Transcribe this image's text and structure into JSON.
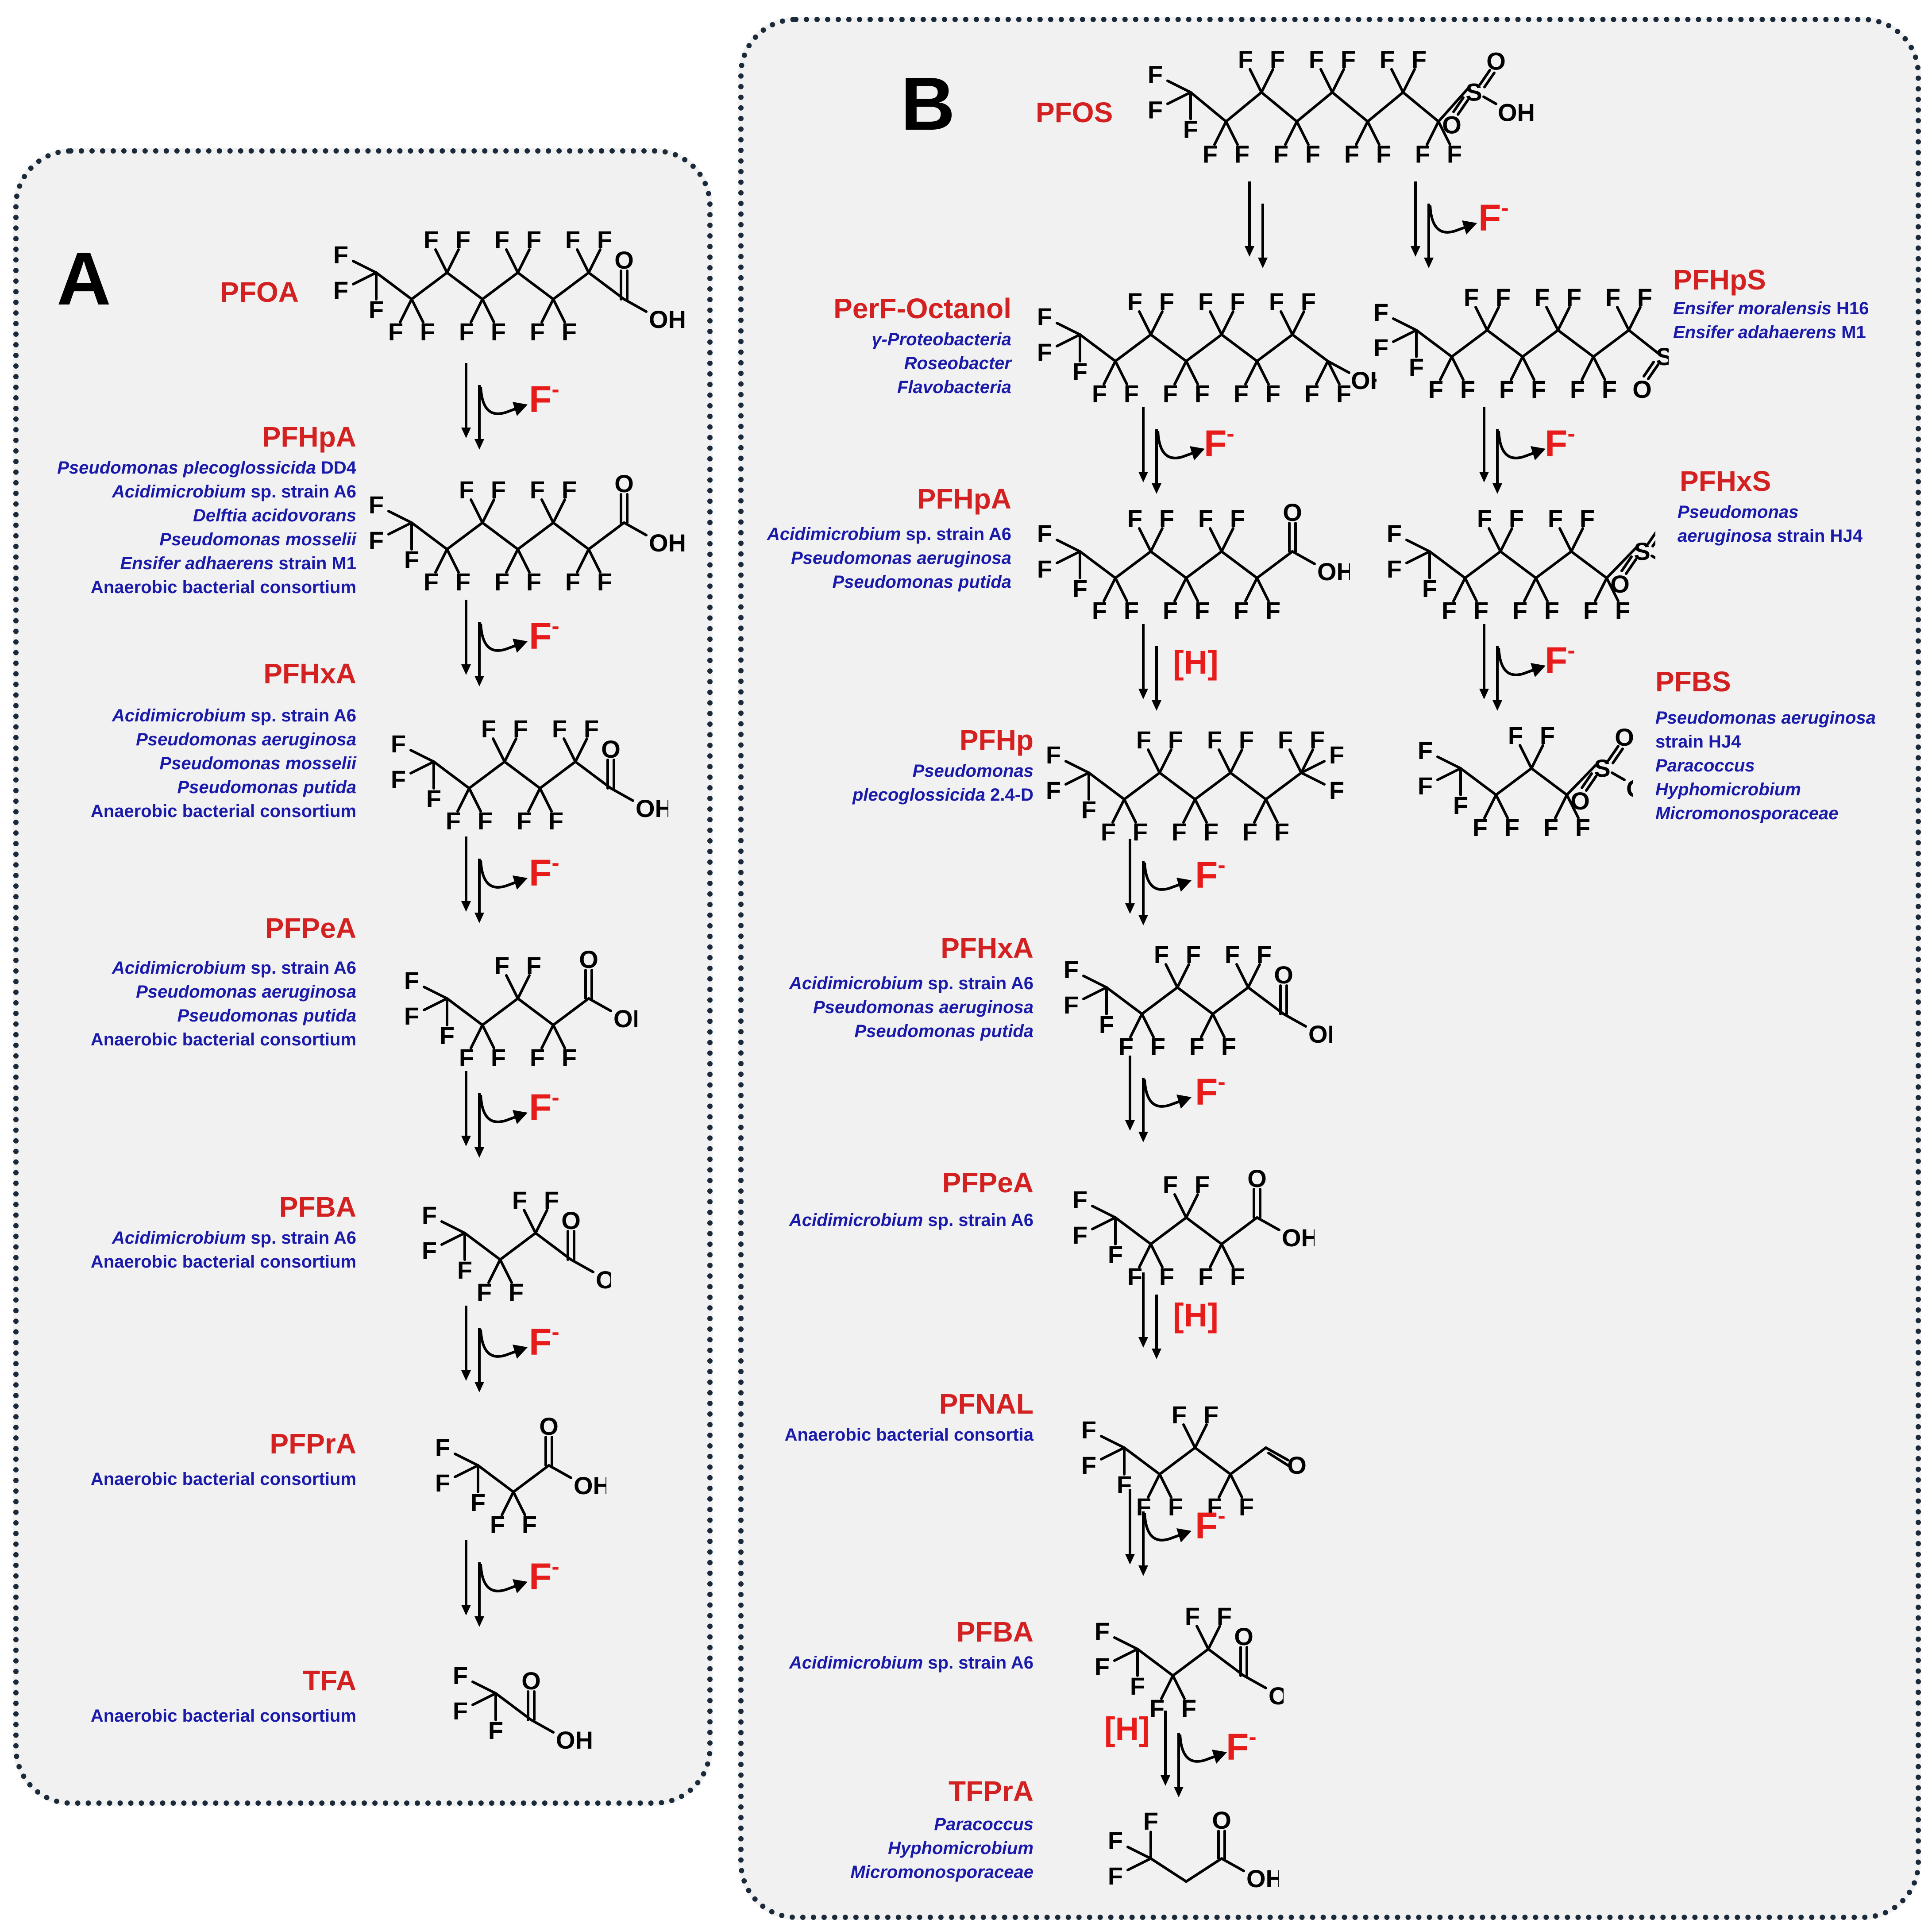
{
  "panel_a": {
    "label": "A",
    "steps": [
      {
        "name": "PFOA",
        "organisms": [],
        "formula": "C7F15-COOH"
      },
      {
        "name": "PFHpA",
        "organisms": [
          [
            {
              "t": "Pseudomonas plecoglossicida",
              "i": true
            },
            {
              "t": " DD4",
              "i": false
            }
          ],
          [
            {
              "t": "Acidimicrobium",
              "i": true
            },
            {
              "t": " sp. strain A6",
              "i": false
            }
          ],
          [
            {
              "t": "Delftia acidovorans",
              "i": true
            }
          ],
          [
            {
              "t": "Pseudomonas mosselii",
              "i": true
            }
          ],
          [
            {
              "t": "Ensifer adhaerens",
              "i": true
            },
            {
              "t": " strain M1",
              "i": false
            }
          ],
          [
            {
              "t": "Anaerobic bacterial consortium",
              "i": false
            }
          ]
        ]
      },
      {
        "name": "PFHxA",
        "organisms": [
          [
            {
              "t": "Acidimicrobium",
              "i": true
            },
            {
              "t": " sp. strain A6",
              "i": false
            }
          ],
          [
            {
              "t": "Pseudomonas aeruginosa",
              "i": true
            }
          ],
          [
            {
              "t": "Pseudomonas mosselii",
              "i": true
            }
          ],
          [
            {
              "t": "Pseudomonas putida",
              "i": true
            }
          ],
          [
            {
              "t": "Anaerobic bacterial consortium",
              "i": false
            }
          ]
        ]
      },
      {
        "name": "PFPeA",
        "organisms": [
          [
            {
              "t": "Acidimicrobium",
              "i": true
            },
            {
              "t": " sp. strain A6",
              "i": false
            }
          ],
          [
            {
              "t": "Pseudomonas aeruginosa",
              "i": true
            }
          ],
          [
            {
              "t": "Pseudomonas putida",
              "i": true
            }
          ],
          [
            {
              "t": "Anaerobic bacterial consortium",
              "i": false
            }
          ]
        ]
      },
      {
        "name": "PFBA",
        "organisms": [
          [
            {
              "t": "Acidimicrobium",
              "i": true
            },
            {
              "t": " sp. strain A6",
              "i": false
            }
          ],
          [
            {
              "t": "Anaerobic bacterial consortium",
              "i": false
            }
          ]
        ]
      },
      {
        "name": "PFPrA",
        "organisms": [
          [
            {
              "t": "Anaerobic bacterial consortium",
              "i": false
            }
          ]
        ]
      },
      {
        "name": "TFA",
        "organisms": [
          [
            {
              "t": "Anaerobic bacterial consortium",
              "i": false
            }
          ]
        ]
      }
    ],
    "transitions": [
      "F-",
      "F-",
      "F-",
      "F-",
      "F-",
      "F-"
    ]
  },
  "panel_b": {
    "label": "B",
    "start": {
      "name": "PFOS"
    },
    "left_chain": [
      {
        "name": "PerF-Octanol",
        "organisms": [
          [
            {
              "t": "γ-Proteobacteria",
              "i": true
            }
          ],
          [
            {
              "t": "Roseobacter",
              "i": true
            }
          ],
          [
            {
              "t": "Flavobacteria",
              "i": true
            }
          ]
        ]
      },
      {
        "name": "PFHpA",
        "organisms": [
          [
            {
              "t": "Acidimicrobium",
              "i": true
            },
            {
              "t": " sp. strain A6",
              "i": false
            }
          ],
          [
            {
              "t": "Pseudomonas aeruginosa",
              "i": true
            }
          ],
          [
            {
              "t": "Pseudomonas putida",
              "i": true
            }
          ]
        ]
      },
      {
        "name": "PFHp",
        "organisms": [
          [
            {
              "t": "Pseudomonas",
              "i": true
            }
          ],
          [
            {
              "t": "plecoglossicida",
              "i": true
            },
            {
              "t": " 2.4-D",
              "i": false
            }
          ]
        ]
      },
      {
        "name": "PFHxA",
        "organisms": [
          [
            {
              "t": "Acidimicrobium",
              "i": true
            },
            {
              "t": " sp. strain A6",
              "i": false
            }
          ],
          [
            {
              "t": "Pseudomonas aeruginosa",
              "i": true
            }
          ],
          [
            {
              "t": "Pseudomonas putida",
              "i": true
            }
          ]
        ]
      },
      {
        "name": "PFPeA",
        "organisms": [
          [
            {
              "t": "Acidimicrobium",
              "i": true
            },
            {
              "t": " sp. strain A6",
              "i": false
            }
          ]
        ]
      },
      {
        "name": "PFNAL",
        "organisms": [
          [
            {
              "t": "Anaerobic bacterial consortia",
              "i": false
            }
          ]
        ]
      },
      {
        "name": "PFBA",
        "organisms": [
          [
            {
              "t": "Acidimicrobium",
              "i": true
            },
            {
              "t": " sp. strain A6",
              "i": false
            }
          ]
        ]
      },
      {
        "name": "TFPrA",
        "organisms": [
          [
            {
              "t": "Paracoccus",
              "i": true
            }
          ],
          [
            {
              "t": "Hyphomicrobium",
              "i": true
            }
          ],
          [
            {
              "t": "Micromonosporaceae",
              "i": true
            }
          ]
        ]
      }
    ],
    "left_transitions": [
      "",
      "F-",
      "[H]",
      "F-",
      "F-",
      "[H]",
      "F-",
      "[H] F-"
    ],
    "right_chain": [
      {
        "name": "PFHpS",
        "organisms": [
          [
            {
              "t": "Ensifer moralensis",
              "i": true
            },
            {
              "t": " H16",
              "i": false
            }
          ],
          [
            {
              "t": "Ensifer adahaerens",
              "i": true
            },
            {
              "t": " M1",
              "i": false
            }
          ]
        ]
      },
      {
        "name": "PFHxS",
        "organisms": [
          [
            {
              "t": "Pseudomonas",
              "i": true
            }
          ],
          [
            {
              "t": "aeruginosa",
              "i": true
            },
            {
              "t": " strain HJ4",
              "i": false
            }
          ]
        ]
      },
      {
        "name": "PFBS",
        "organisms": [
          [
            {
              "t": "Pseudomonas aeruginosa",
              "i": true
            }
          ],
          [
            {
              "t": "strain HJ4",
              "i": false
            }
          ],
          [
            {
              "t": "Paracoccus",
              "i": true
            }
          ],
          [
            {
              "t": "Hyphomicrobium",
              "i": true
            }
          ],
          [
            {
              "t": "Micromonosporaceae",
              "i": true
            }
          ]
        ]
      }
    ],
    "right_transitions": [
      "F-",
      "F-",
      "F-"
    ]
  },
  "atom_labels": {
    "fluorine": "F",
    "oxygen": "O",
    "hydroxyl": "OH",
    "sulfur": "S"
  },
  "colors": {
    "compound": "#d32020",
    "organism": "#1a1aaa",
    "ion": "#e81b1b",
    "border": "#1b2a3a",
    "panel_bg": "#f1f1f1"
  }
}
